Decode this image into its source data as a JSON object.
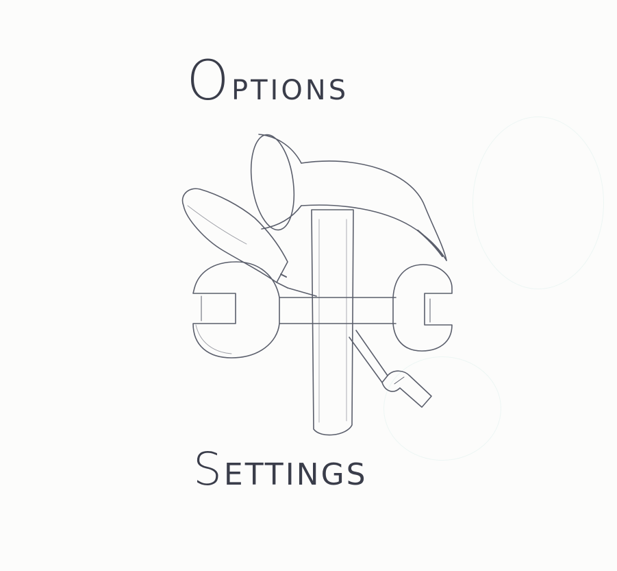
{
  "sketch": {
    "top_label_initial": "O",
    "top_label_rest": "PTIONS",
    "bottom_label_initial": "S",
    "bottom_label_rest": "ETTINGS",
    "icon": "hammer-wrench-screwdriver-icon",
    "ink_color": "#3a3d4a",
    "paper_color": "#fcfcfb"
  }
}
